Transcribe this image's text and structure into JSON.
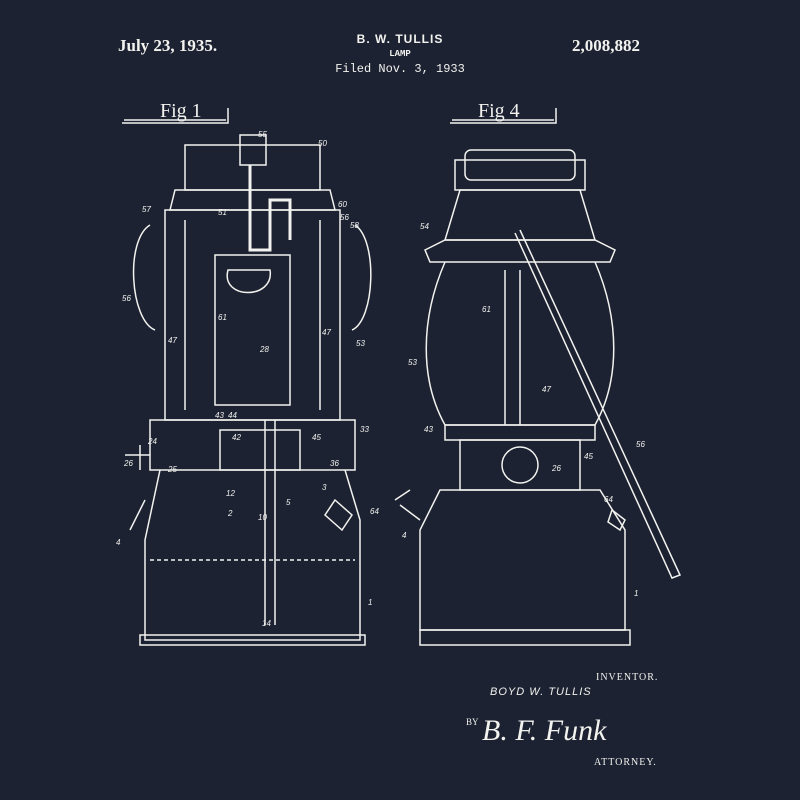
{
  "header": {
    "date": "July 23, 1935.",
    "inventor": "B. W. TULLIS",
    "title": "LAMP",
    "filed": "Filed Nov. 3, 1933",
    "patent_number": "2,008,882"
  },
  "figures": [
    {
      "label": "Fig 1",
      "refs": [
        "55",
        "50",
        "57",
        "51",
        "60",
        "56",
        "58",
        "56",
        "61",
        "47",
        "28",
        "47",
        "53",
        "43",
        "44",
        "42",
        "26",
        "24",
        "25",
        "45",
        "33",
        "36",
        "12",
        "3",
        "64",
        "4",
        "2",
        "10",
        "5",
        "1",
        "14"
      ]
    },
    {
      "label": "Fig 4",
      "refs": [
        "54",
        "61",
        "53",
        "47",
        "43",
        "45",
        "26",
        "56",
        "64",
        "4",
        "1"
      ]
    }
  ],
  "footer": {
    "inventor_label": "INVENTOR.",
    "inventor_name": "BOYD W. TULLIS",
    "by": "BY",
    "signature": "B. F. Funk",
    "attorney_label": "ATTORNEY."
  },
  "colors": {
    "background": "#1c2232",
    "ink": "#f2f2ee"
  }
}
